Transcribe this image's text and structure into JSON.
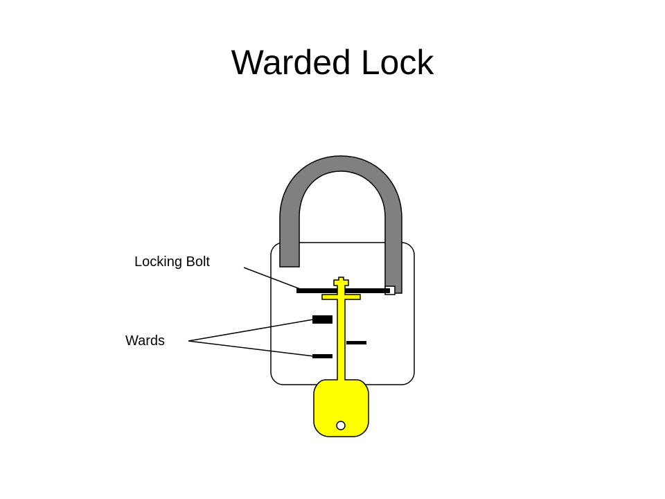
{
  "slide": {
    "title": "Warded Lock"
  },
  "diagram": {
    "labels": {
      "locking_bolt": "Locking Bolt",
      "wards": "Wards"
    },
    "colors": {
      "shackle": "#808080",
      "key": "#ffff00",
      "body_fill": "#ffffff",
      "outline": "#000000",
      "bolt": "#000000",
      "ward": "#000000"
    },
    "icons": {
      "shackle": "lock-shackle-icon",
      "key": "key-icon"
    }
  }
}
